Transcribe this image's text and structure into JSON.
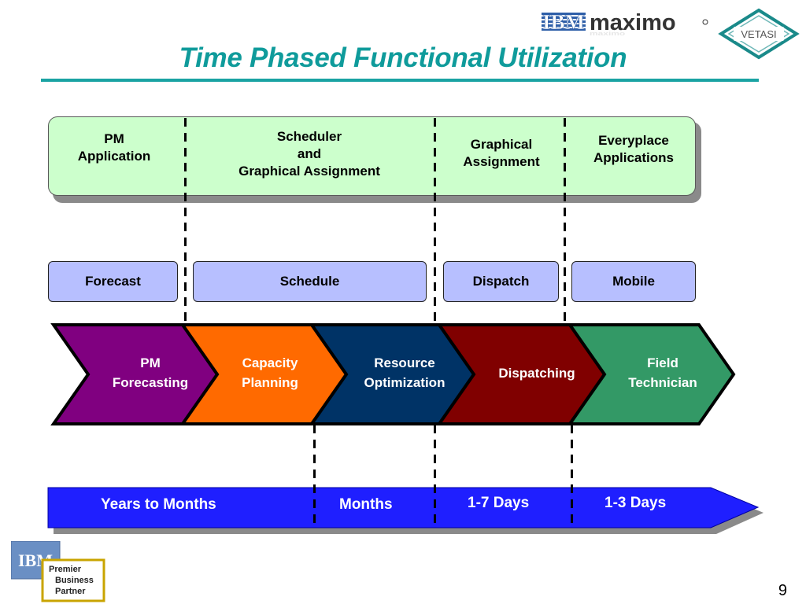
{
  "header": {
    "title": "Time Phased Functional Utilization",
    "ibm_text": "IBM",
    "maximo_text": "maximo",
    "vetasi_text": "VETASI"
  },
  "applications": [
    {
      "label": "PM\nApplication"
    },
    {
      "label": "Scheduler\nand\nGraphical Assignment"
    },
    {
      "label": "Graphical\nAssignment"
    },
    {
      "label": "Everyplace\nApplications"
    }
  ],
  "phases": [
    {
      "label": "Forecast"
    },
    {
      "label": "Schedule"
    },
    {
      "label": "Dispatch"
    },
    {
      "label": "Mobile"
    }
  ],
  "process": [
    {
      "label": "PM\nForecasting",
      "color": "#800080"
    },
    {
      "label": "Capacity\nPlanning",
      "color": "#ff6a00"
    },
    {
      "label": "Resource\nOptimization",
      "color": "#003366"
    },
    {
      "label": "Dispatching",
      "color": "#800000"
    },
    {
      "label": "Field\nTechnician",
      "color": "#339966"
    }
  ],
  "timeline": {
    "color": "#1f1fff",
    "labels": [
      "Years to Months",
      "Months",
      "1-7 Days",
      "1-3 Days"
    ]
  },
  "footer": {
    "badge_ibm": "IBM",
    "badge_text": [
      "Premier",
      "Business",
      "Partner"
    ],
    "page_number": "9"
  },
  "colors": {
    "title": "#0f9b9b",
    "app_panel": "#ccffcc",
    "phase_box": "#b7bfff"
  }
}
